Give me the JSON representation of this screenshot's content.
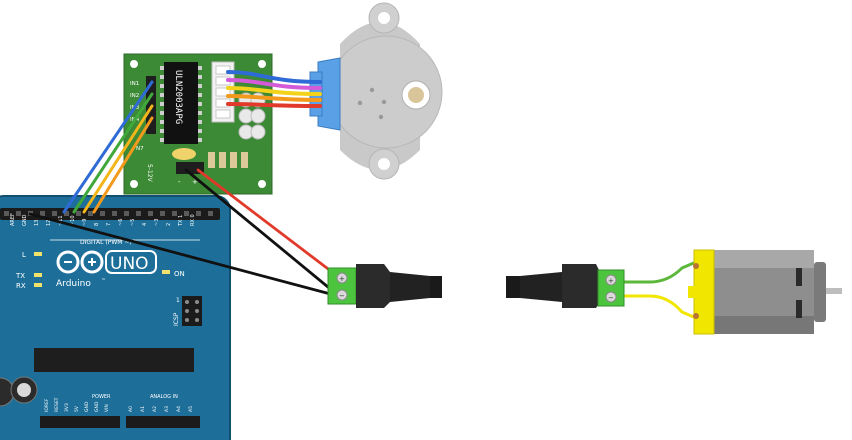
{
  "driver_board": {
    "chip_label": "ULN2003APG",
    "pin_labels": [
      "IN1",
      "IN2",
      "IN3",
      "IN4"
    ],
    "pin_n_label": "N7",
    "voltage_label": "5-12V",
    "minus_label": "-",
    "plus_label": "+"
  },
  "arduino": {
    "brand_label": "Arduino",
    "model_label": "UNO",
    "tm_label": "™",
    "led_l": "L",
    "led_tx": "TX",
    "led_rx": "RX",
    "on_label": "ON",
    "icsp_label": "ICSP",
    "icsp_pin": "1",
    "digital_label": "DIGITAL (PWM ~)",
    "header_labels": [
      "AREF",
      "GND",
      "13",
      "12",
      "~11",
      "~10",
      "~9",
      "8",
      "7",
      "~6",
      "~5",
      "4",
      "~3",
      "2",
      "TX 1",
      "RX 0"
    ],
    "power_label": "POWER",
    "power_pins": [
      "IOREF",
      "RESET",
      "3V3",
      "5V",
      "GND",
      "GND",
      "VIN"
    ],
    "analog_label": "ANALOG IN",
    "analog_pins": [
      "A0",
      "A1",
      "A2",
      "A3",
      "A4",
      "A5"
    ]
  },
  "connector_left": {
    "plus": "+",
    "minus": "−"
  },
  "connector_right": {
    "plus": "+",
    "minus": "−"
  },
  "colors": {
    "arduino_blue": "#1d6f9a",
    "board_green": "#3d8a36",
    "terminal_green": "#4cc43e",
    "wire_blue": "#2f6bd6",
    "wire_pink": "#d35ad9",
    "wire_yellow": "#f2d21a",
    "wire_orange": "#f39a1c",
    "wire_red": "#e23a2a",
    "wire_green": "#5bb83a",
    "wire_black": "#111111",
    "motor_yellow": "#f1e600",
    "stepper_grey": "#c8c8c8",
    "stepper_connector": "#5aa0e6"
  }
}
